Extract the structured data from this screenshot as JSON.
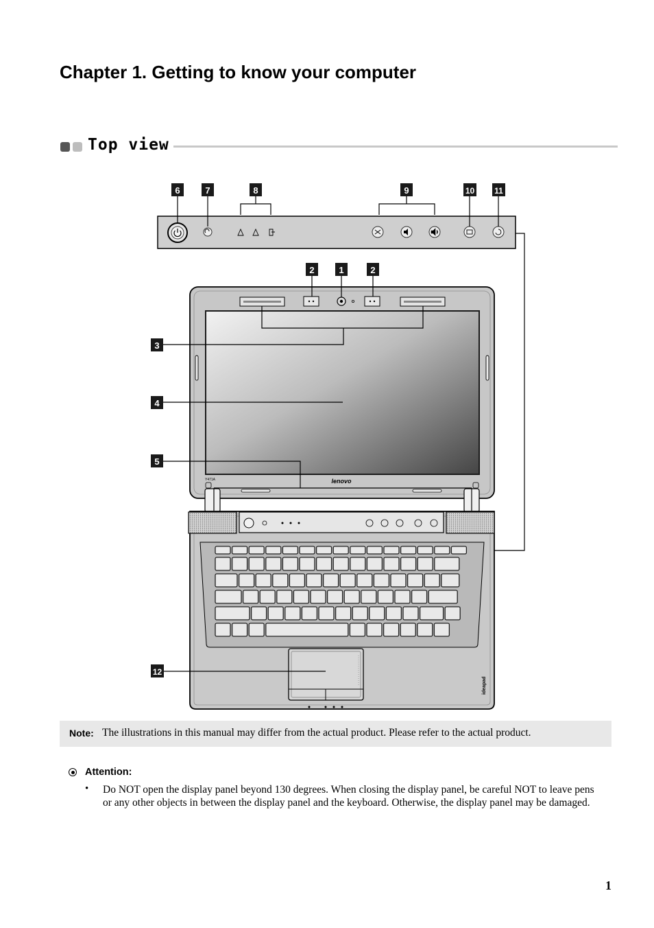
{
  "chapter_title": "Chapter 1. Getting to know your computer",
  "section_title": "Top view",
  "callouts": {
    "c1": "1",
    "c2": "2",
    "c3": "3",
    "c4": "4",
    "c5": "5",
    "c6": "6",
    "c7": "7",
    "c8": "8",
    "c9": "9",
    "c10": "10",
    "c11": "11",
    "c12": "12"
  },
  "laptop": {
    "brand": "lenovo",
    "model": "Y471A",
    "series": "ideapad"
  },
  "note": {
    "label": "Note:",
    "text": "The illustrations in this manual may differ from the actual product. Please refer to the actual product."
  },
  "attention": {
    "label": "Attention:",
    "bullet": "•",
    "text": "Do NOT open the display panel beyond 130 degrees. When closing the display panel, be careful NOT to leave pens or any other objects in between the display panel and the keyboard. Otherwise, the display panel may be damaged."
  },
  "page_number": "1",
  "colors": {
    "body": "#c9c9c9",
    "bezel": "#d6d6d6",
    "keys": "#2e2e2e",
    "callout_bg": "#1a1a1a"
  }
}
